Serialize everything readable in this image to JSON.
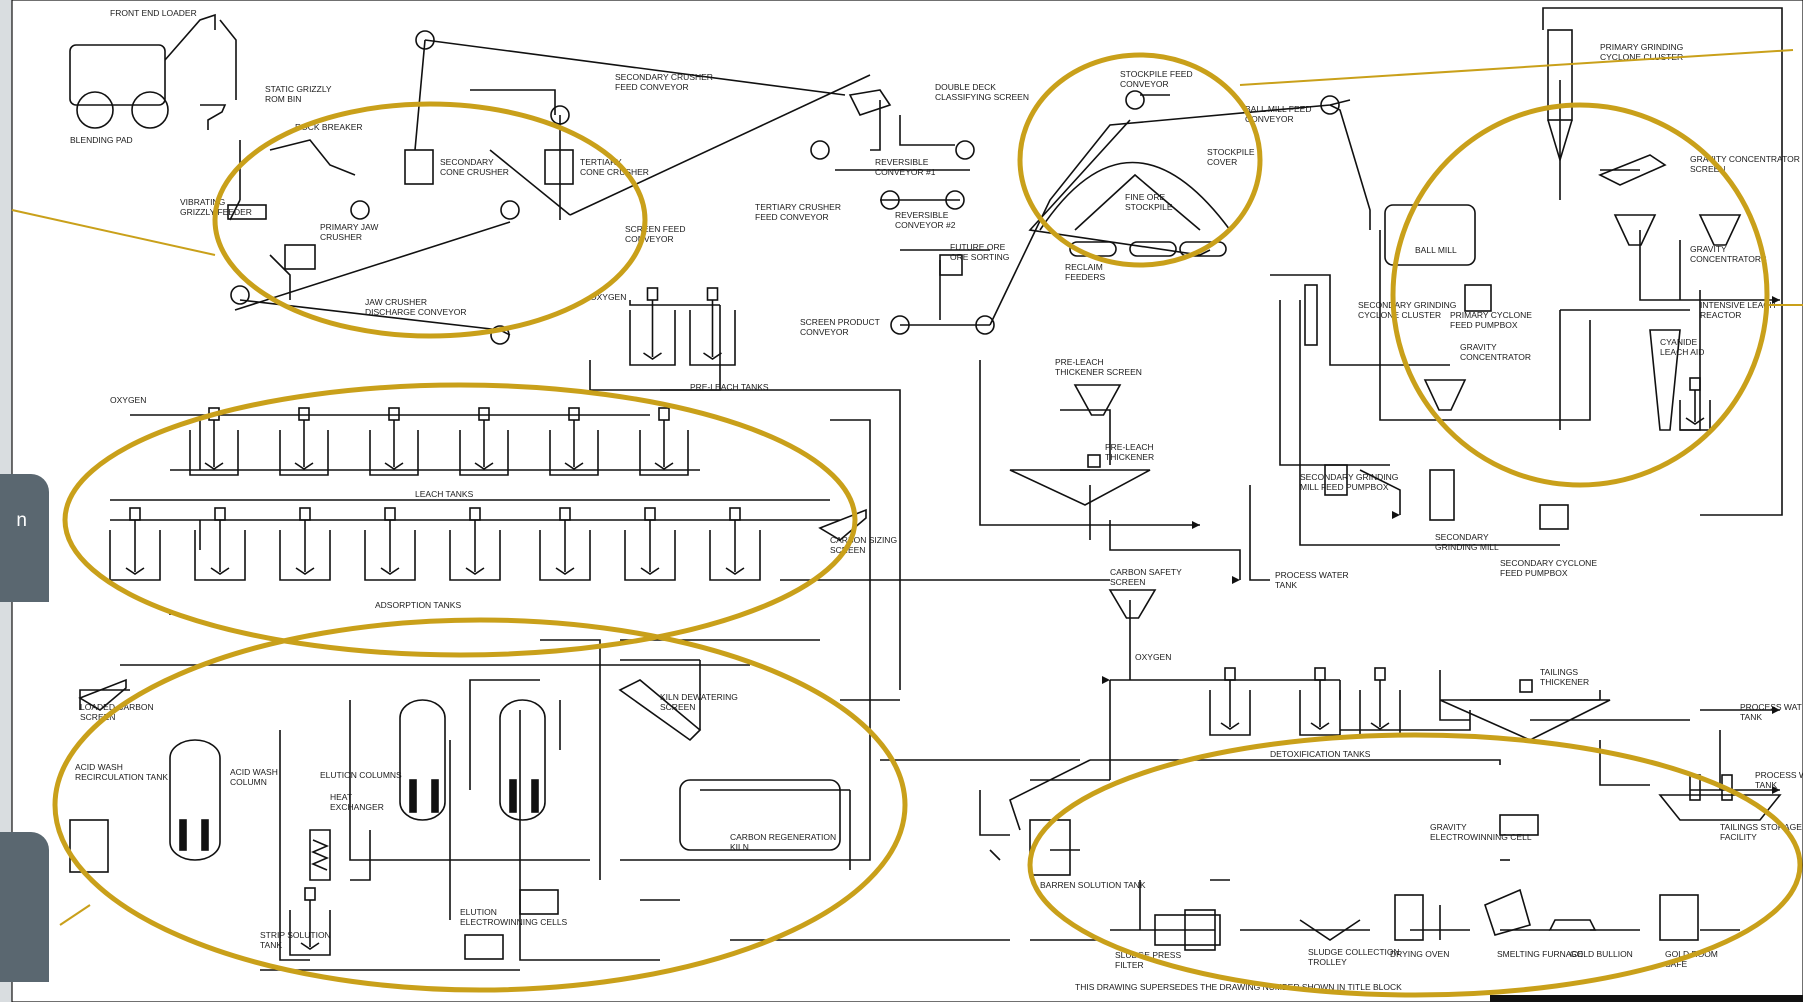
{
  "diagram": {
    "colors": {
      "callout": "#c9a01a",
      "line": "#111111",
      "sheet": "#ffffff",
      "side_tab": "#5a6770"
    },
    "side_tab_text": "n",
    "labels": {
      "front_end_loader": "FRONT END LOADER",
      "static_grizzly": "STATIC GRIZZLY\nROM BIN",
      "blending_pad": "BLENDING PAD",
      "rock_breaker": "ROCK BREAKER",
      "vibrating_feeder": "VIBRATING\nGRIZZLY FEEDER",
      "primary_jaw": "PRIMARY JAW\nCRUSHER",
      "jaw_crusher_conveyor": "JAW CRUSHER\nDISCHARGE CONVEYOR",
      "secondary_cone": "SECONDARY\nCONE CRUSHER",
      "tertiary_cone": "TERTIARY\nCONE CRUSHER",
      "secondary_feed_conveyor": "SECONDARY CRUSHER\nFEED CONVEYOR",
      "tertiary_feed_conveyor": "TERTIARY CRUSHER\nFEED CONVEYOR",
      "screen_feed_conveyor": "SCREEN FEED\nCONVEYOR",
      "double_deck": "DOUBLE DECK\nCLASSIFYING SCREEN",
      "reversible_1": "REVERSIBLE\nCONVEYOR #1",
      "reversible_2": "REVERSIBLE\nCONVEYOR #2",
      "future_ore_sort": "FUTURE ORE\nORE SORTING",
      "screen_product_conveyor": "SCREEN PRODUCT\nCONVEYOR",
      "stockpile_feed_conveyor": "STOCKPILE FEED\nCONVEYOR",
      "fine_ore_stockpile": "FINE ORE\nSTOCKPILE",
      "stockpile_cover": "STOCKPILE\nCOVER",
      "reclaim_feeders": "RECLAIM\nFEEDERS",
      "ball_mill_feed_conveyor": "BALL MILL FEED\nCONVEYOR",
      "primary_cyclone_cluster": "PRIMARY GRINDING\nCYCLONE CLUSTER",
      "gravity_screen": "GRAVITY CONCENTRATOR\nSCREEN",
      "ball_mill": "BALL MILL",
      "gravity_concentrators": "GRAVITY\nCONCENTRATORS",
      "secondary_cyclone_cluster": "SECONDARY GRINDING\nCYCLONE CLUSTER",
      "primary_cyclone_feed": "PRIMARY CYCLONE\nFEED PUMPBOX",
      "intensive_leach": "INTENSIVE LEACH\nREACTOR",
      "gravity_concentrator": "GRAVITY\nCONCENTRATOR",
      "cyanide_leach_aid": "CYANIDE\nLEACH AID",
      "secondary_mill_feed": "SECONDARY GRINDING\nMILL FEED PUMPBOX",
      "secondary_grinding_mill": "SECONDARY\nGRINDING MILL",
      "secondary_cyclone_feed": "SECONDARY CYCLONE\nFEED PUMPBOX",
      "preleach_thickener_screen": "PRE-LEACH\nTHICKENER SCREEN",
      "preleach_thickener": "PRE-LEACH\nTHICKENER",
      "preleach_tanks": "PRE-LEACH TANKS",
      "oxygen_1": "OXYGEN",
      "oxygen_2": "OXYGEN",
      "oxygen_3": "OXYGEN",
      "leach_tanks": "LEACH TANKS",
      "carbon_sizing": "CARBON SIZING\nSCREEN",
      "adsorption_tanks": "ADSORPTION TANKS",
      "carbon_safety": "CARBON SAFETY\nSCREEN",
      "process_water_tank": "PROCESS WATER\nTANK",
      "loaded_carbon": "LOADED CARBON\nSCREEN",
      "acid_wash_tank": "ACID WASH\nRECIRCULATION TANK",
      "acid_wash_column": "ACID WASH\nCOLUMN",
      "elution_columns": "ELUTION COLUMNS",
      "heat_exchanger": "HEAT\nEXCHANGER",
      "kiln_dewatering": "KILN DEWATERING\nSCREEN",
      "carbon_regen_kiln": "CARBON REGENERATION\nKILN",
      "strip_solution_tank": "STRIP SOLUTION\nTANK",
      "elution_cells": "ELUTION\nELECTROWINNING CELLS",
      "detox_tanks": "DETOXIFICATION TANKS",
      "tailings_thickener": "TAILINGS\nTHICKENER",
      "process_water_tank_2": "PROCESS WATER\nTANK",
      "process_water_tank_3": "PROCESS WATER\nTANK",
      "tailings_storage": "TAILINGS STORAGE\nFACILITY",
      "gravity_cell": "GRAVITY\nELECTROWINNING CELL",
      "barren_solution": "BARREN SOLUTION TANK",
      "sludge_trolley": "SLUDGE COLLECTION\nTROLLEY",
      "drying_oven": "DRYING OVEN",
      "smelting_furnace": "SMELTING FURNACE",
      "gold_bullion": "GOLD BULLION",
      "gold_room_safe": "GOLD ROOM\nSAFE",
      "sludge_press": "SLUDGE PRESS\nFILTER",
      "footer_note": "THIS DRAWING SUPERSEDES THE DRAWING NUMBER SHOWN IN TITLE BLOCK"
    }
  }
}
